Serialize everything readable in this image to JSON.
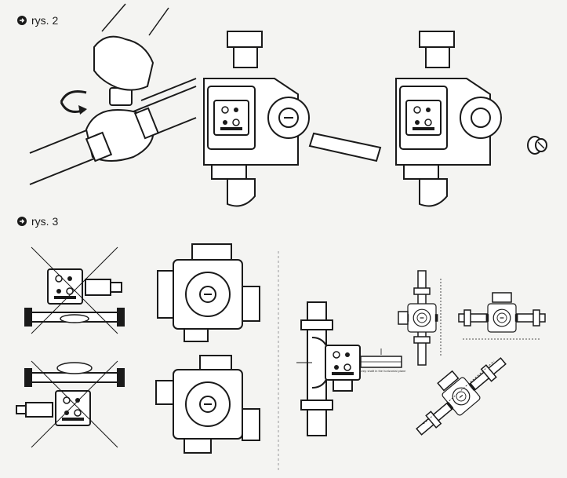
{
  "figures": [
    {
      "label": "rys. 2"
    },
    {
      "label": "rys. 3"
    }
  ],
  "annotations": {
    "horizontal_shaft_note": "Keep shaft in the horizontal plane"
  },
  "icons": {
    "bullet": "arrow-right-circle-icon",
    "hand": "hand-icon",
    "rotate": "rotate-arrow-icon",
    "pump": "circulation-pump-icon",
    "screw": "vent-screw-icon",
    "cross": "cross-mark-icon"
  },
  "colors": {
    "ink": "#1a1a1a",
    "paper": "#f4f4f2"
  }
}
